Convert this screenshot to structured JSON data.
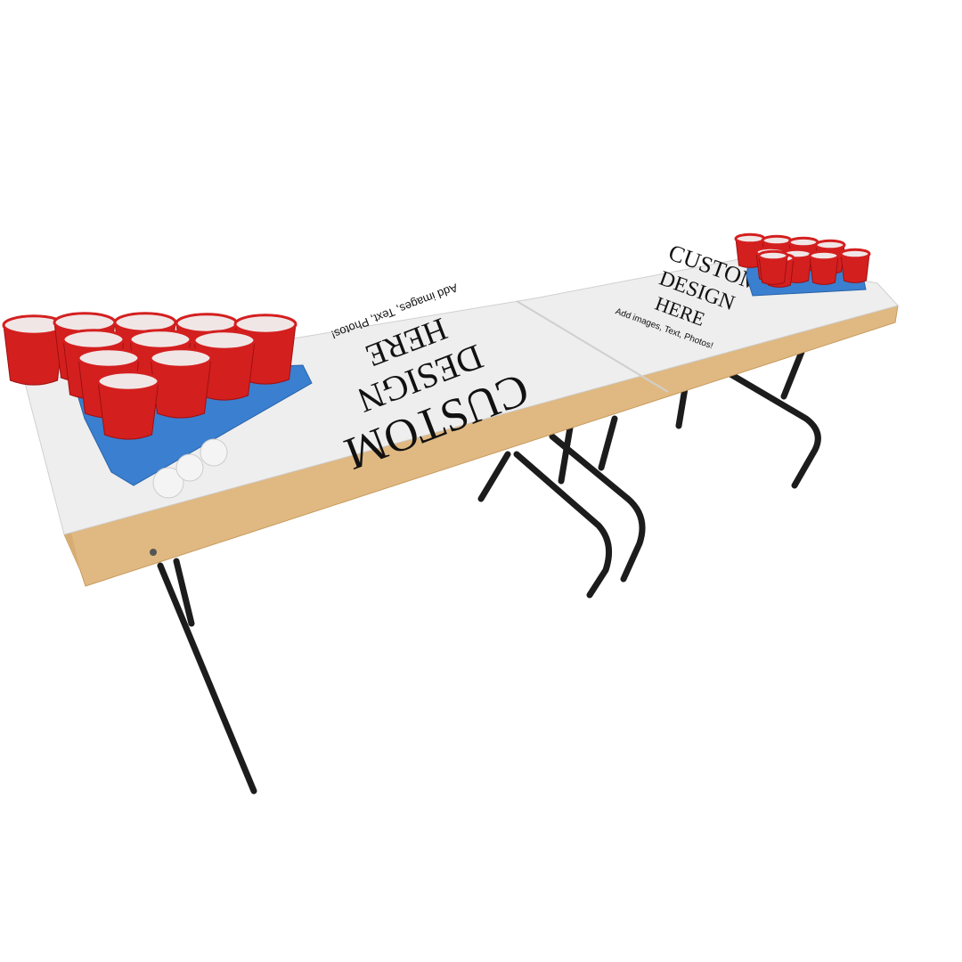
{
  "product": {
    "left_panel": {
      "line1": "CUSTOM",
      "line2": "DESIGN",
      "line3": "HERE",
      "subtitle": "Add images, Text, Photos!"
    },
    "right_panel": {
      "line1": "CUSTOM",
      "line2": "DESIGN",
      "line3": "HERE",
      "subtitle": "Add images, Text, Photos!"
    }
  },
  "colors": {
    "tabletop": "#eeeeee",
    "wood": "#e0b982",
    "cup": "#d41f1f",
    "rack": "#3a7fd0",
    "legs": "#1c1c1c",
    "ball": "#f4f4f4"
  }
}
